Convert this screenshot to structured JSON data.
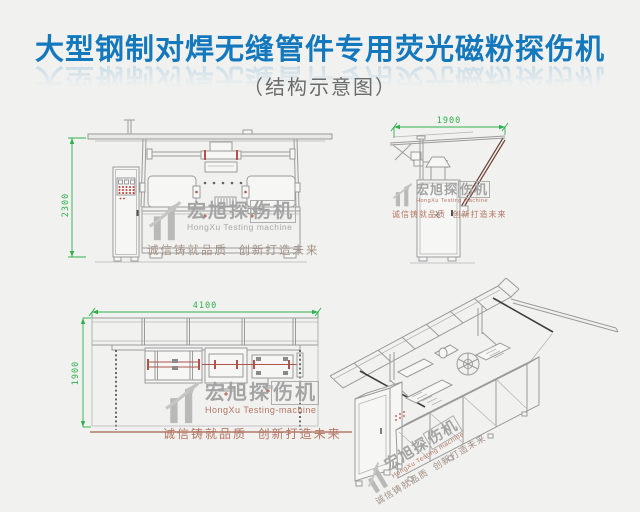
{
  "header": {
    "title": "大型钢制对焊无缝管件专用荧光磁粉探伤机",
    "subtitle": "（结构示意图）"
  },
  "dimensions": {
    "front_height": "2300",
    "side_width": "1900",
    "plan_length": "4100",
    "plan_depth": "1900"
  },
  "watermark": {
    "brand_cn_a": "宏旭探",
    "brand_cn_b": "伤机",
    "brand_en": "HongXu Testing machine",
    "brand_en_dashed": "HongXu Testing-machine",
    "slogan": "诚信铸就品质  创新打造未来"
  },
  "colors": {
    "background": "#f1f2f0",
    "title_blue": "#1478bd",
    "subtitle_gray": "#6b6b6b",
    "drawing_line": "#9b9b9b",
    "dimension_green": "#2eb04c",
    "accent_red": "#b0544b",
    "watermark_gray": "#a6a6a6",
    "watermark_red": "#b57563"
  }
}
